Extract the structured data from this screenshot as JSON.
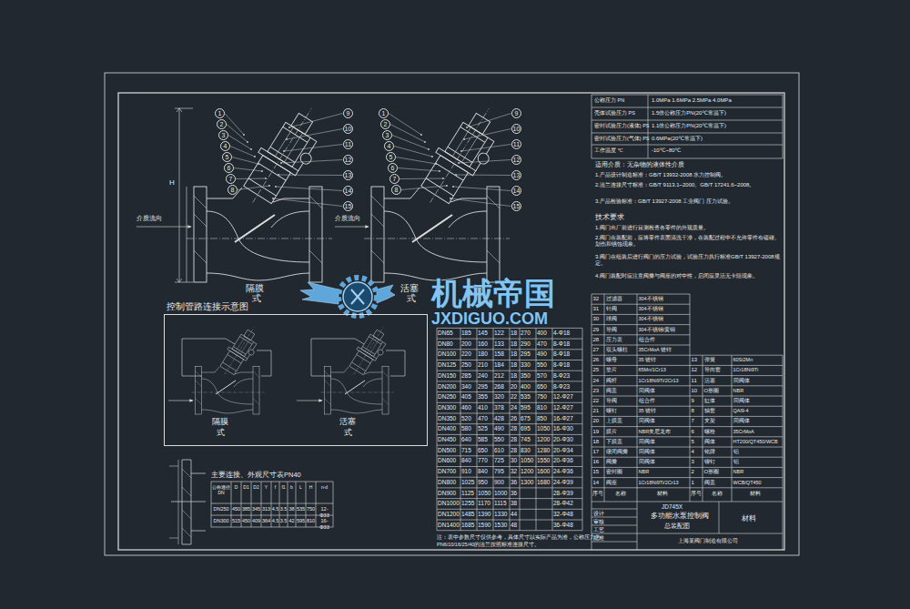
{
  "diagram": {
    "nodes": [
      {
        "text": [
          "控制管路连接示意图"
        ]
      }
    ],
    "labels": [
      "1",
      "2",
      "3",
      "4",
      "5",
      "6",
      "7",
      "8",
      "9",
      "10",
      "11",
      "12",
      "13",
      "14",
      "15",
      "1",
      "2",
      "3",
      "4",
      "5",
      "6",
      "7",
      "8",
      "9",
      "10",
      "11",
      "12",
      "13",
      "14",
      "15",
      "介质流向",
      "H",
      "隔膜",
      "式",
      "介质流向",
      "活塞",
      "式",
      "隔膜",
      "式",
      "活塞",
      "式",
      "公称压力 PN",
      "1.0MPa 1.6MPa 2.5MPa 4.0MPa",
      "壳体试验压力 PS",
      "1.5倍公称压力PN(20℃常温下)",
      "密封试验压力(液体) PS",
      "1.1倍公称压力PN(20℃常温下)",
      "密封试验压力(气体) PS",
      "0.6MPa(20℃常温下)",
      "工作温度 ℃",
      "-10℃~80℃",
      "适用介质：无杂物的液体性介质",
      "1.产品设计制造标准：GB/T 13932-2008 水力控制阀。",
      "2.法兰连接尺寸标准：GB/T 9113.1~2000、GB/T 17241.6~2008。",
      "3.产品检验标准：GB/T 13927-2008 工业阀门 压力试验。",
      "技术要求",
      "1.阀门出厂前进行目测检查各零件的外观质量。",
      "2.阀门在装配前，应将零件表面清洗干净，在装配过程中不允许零件有磕碰、划伤和锈蚀现象。",
      "3.阀门在组装后进行阀门的压力试验，试验压力执行标准GB/T 13927-2008规定。",
      "4.阀门装配时应注意阀瓣与阀座的对中性，启闭应灵活无卡阻现象。",
      "DN65",
      "185",
      "145",
      "122",
      "18",
      "270",
      "400",
      "4-Φ18",
      "DN80",
      "200",
      "160",
      "133",
      "18",
      "290",
      "470",
      "8-Φ18",
      "DN100",
      "220",
      "180",
      "158",
      "18",
      "295",
      "490",
      "8-Φ18",
      "DN125",
      "250",
      "210",
      "184",
      "18",
      "330",
      "550",
      "8-Φ18",
      "DN150",
      "285",
      "240",
      "212",
      "18",
      "350",
      "570",
      "8-Φ23",
      "DN200",
      "340",
      "295",
      "268",
      "20",
      "400",
      "650",
      "8-Φ23",
      "DN250",
      "405",
      "355",
      "320",
      "22",
      "535",
      "750",
      "12-Φ27",
      "DN300",
      "460",
      "410",
      "378",
      "24",
      "595",
      "810",
      "12-Φ27",
      "DN350",
      "520",
      "470",
      "428",
      "26",
      "675",
      "850",
      "16-Φ27",
      "DN400",
      "580",
      "525",
      "490",
      "28",
      "695",
      "1050",
      "16-Φ30",
      "DN450",
      "640",
      "585",
      "550",
      "28",
      "745",
      "1200",
      "20-Φ30",
      "DN500",
      "715",
      "650",
      "610",
      "28",
      "830",
      "1280",
      "20-Φ34",
      "DN600",
      "840",
      "770",
      "725",
      "30",
      "1050",
      "1550",
      "20-Φ36",
      "DN700",
      "910",
      "840",
      "795",
      "32",
      "1200",
      "1600",
      "24-Φ36",
      "DN800",
      "1025",
      "950",
      "900",
      "36",
      "1300",
      "1680",
      "24-Φ39",
      "DN900",
      "1125",
      "1050",
      "1000",
      "36",
      "28-Φ39",
      "DN1000",
      "1255",
      "1170",
      "1115",
      "38",
      "28-Φ42",
      "DN1200",
      "1485",
      "1390",
      "1330",
      "44",
      "32-Φ48",
      "DN1400",
      "1685",
      "1590",
      "1530",
      "48",
      "36-Φ48",
      "注：表中参数尺寸仅供参考，具体尺寸以实际产品为准，公称压力为",
      "PN6/10/16/25/40的法兰按照标准连接尺寸。",
      "主要连接、外观尺寸表PN40",
      "公称通径 DN",
      "D",
      "D1",
      "D2",
      "Y",
      "f",
      "f1",
      "b",
      "L",
      "H",
      "n-d",
      "DN250",
      "450",
      "385",
      "345",
      "313",
      "4.5",
      "3.5",
      "38",
      "535",
      "750",
      "12-Φ33",
      "DN300",
      "515",
      "450",
      "409",
      "364",
      "4.5",
      "3.5",
      "42",
      "595",
      "810",
      "16-Φ33",
      "32",
      "过滤器",
      "304不锈钢",
      "31",
      "针阀",
      "304不锈钢",
      "30",
      "球阀",
      "304不锈钢",
      "29",
      "导阀",
      "304不锈钢/黄铜",
      "28",
      "压力表",
      "组合件",
      "27",
      "双头螺柱",
      "35CrMoA 镀锌",
      "26",
      "螺母",
      "35 镀锌",
      "25",
      "垫片",
      "65Mn/1Cr13",
      "24",
      "阀杆",
      "1Cr18Ni9Ti/2Cr13",
      "23",
      "阀盖",
      "同阀体",
      "22",
      "导阀",
      "组合件",
      "21",
      "螺钉",
      "35 镀锌",
      "20",
      "上膜盖",
      "同阀体",
      "19",
      "膜片",
      "NBR夹尼龙布",
      "18",
      "下膜盖",
      "同阀体",
      "17",
      "缓闭阀瓣",
      "同阀体",
      "16",
      "阀瓣",
      "同阀体",
      "15",
      "密封圈",
      "NBR",
      "14",
      "阀座",
      "1Cr18Ni9Ti/2Cr13",
      "13",
      "弹簧",
      "60Si2Mn",
      "12",
      "导向套",
      "1Cr18Ni9Ti",
      "11",
      "活塞",
      "同阀体",
      "10",
      "O形圈",
      "NBR",
      "9",
      "缸体",
      "同阀体",
      "8",
      "轴套",
      "QAl9-4",
      "7",
      "支架",
      "同阀体",
      "6",
      "螺栓",
      "35CrMoA",
      "5",
      "阀体",
      "HT200/QT450/WCB",
      "4",
      "铭牌",
      "铝",
      "3",
      "铆钉",
      "铝",
      "2",
      "O形圈",
      "NBR",
      "1",
      "阀盖",
      "WCB/QT450",
      "序号",
      "名称",
      "材料",
      "序号",
      "名称",
      "材料",
      "JD745X",
      "多功能水泵控制阀",
      "总装配图",
      "材料",
      "设计",
      "审核",
      "工艺",
      "批准",
      "上海某阀门制造有限公司",
      "机械帝国",
      "JXDIGUO.COM"
    ]
  }
}
